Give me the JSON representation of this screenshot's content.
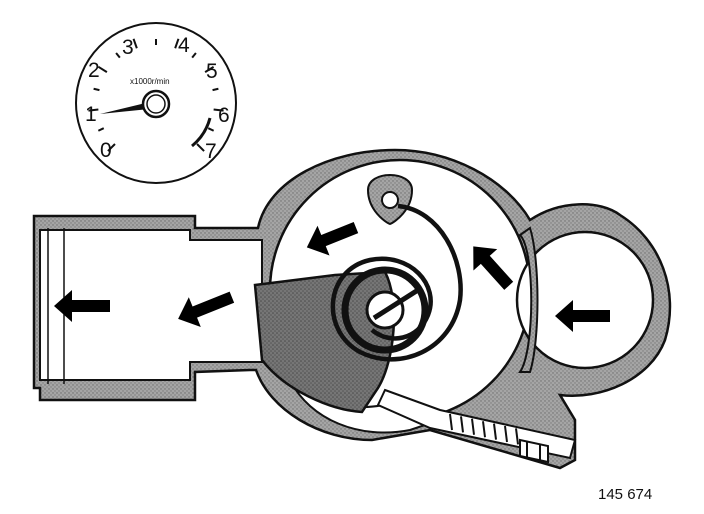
{
  "tachometer": {
    "unit": "x1000r/min",
    "scale": [
      "0",
      "1",
      "2",
      "3",
      "4",
      "5",
      "6",
      "7"
    ],
    "reading": 1.0
  },
  "figure_number": "145 674",
  "colors": {
    "housing_fill": "#9a9a9a",
    "housing_edge": "#111111",
    "chamber_fill": "#ffffff",
    "valve_fill": "#6e6e6e",
    "arrow_fill": "#000000"
  }
}
